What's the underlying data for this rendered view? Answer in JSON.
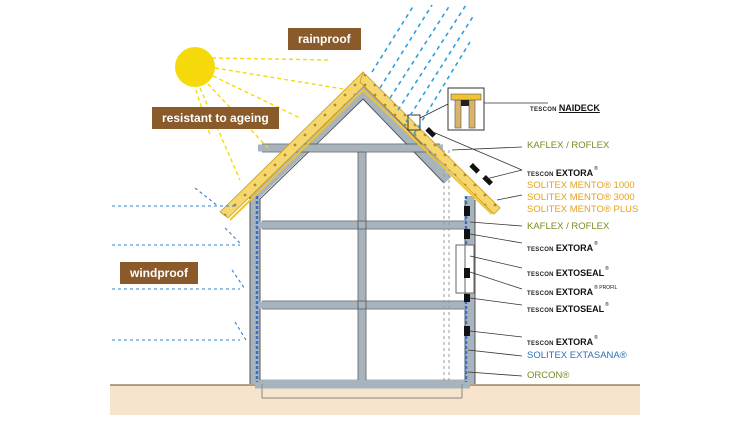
{
  "diagram": {
    "callouts": {
      "rainproof": "rainproof",
      "resistant": "resistant to ageing",
      "windproof": "windproof"
    },
    "labels": [
      {
        "prefix": "TESCON",
        "name": "NAIDECK",
        "sup": "",
        "style": "brand-underline"
      },
      {
        "name": "KAFLEX / ROFLEX",
        "style": "green"
      },
      {
        "prefix": "TESCON",
        "name": "EXTORA",
        "sup": "®",
        "style": "brand"
      },
      {
        "name": "SOLITEX MENTO® 1000",
        "style": "orange"
      },
      {
        "name": "SOLITEX MENTO® 3000",
        "style": "orange"
      },
      {
        "name": "SOLITEX MENTO® PLUS",
        "style": "orange"
      },
      {
        "name": "KAFLEX / ROFLEX",
        "style": "green"
      },
      {
        "prefix": "TESCON",
        "name": "EXTORA",
        "sup": "®",
        "style": "brand"
      },
      {
        "prefix": "TESCON",
        "name": "EXTOSEAL",
        "sup": "®",
        "style": "brand"
      },
      {
        "prefix": "TESCON",
        "name": "EXTORA",
        "sup": "® PROFIL",
        "style": "brand"
      },
      {
        "prefix": "TESCON",
        "name": "EXTOSEAL",
        "sup": "®",
        "style": "brand"
      },
      {
        "prefix": "TESCON",
        "name": "EXTORA",
        "sup": "®",
        "style": "brand"
      },
      {
        "name": "SOLITEX EXTASANA®",
        "style": "blue"
      },
      {
        "name": "ORCON®",
        "style": "green"
      }
    ],
    "colors": {
      "callout_bg": "#8a5a2b",
      "sun": "#f5d90a",
      "roof_membrane": "#f1c232",
      "wind": "#2f7fd0",
      "wall_membrane": "#3b6fc4",
      "ground": "#f6e4cc",
      "house_frame": "#a7b4bd",
      "label_green": "#7a8a1e",
      "label_orange": "#e5a21a",
      "label_blue": "#2f6fb5"
    }
  }
}
